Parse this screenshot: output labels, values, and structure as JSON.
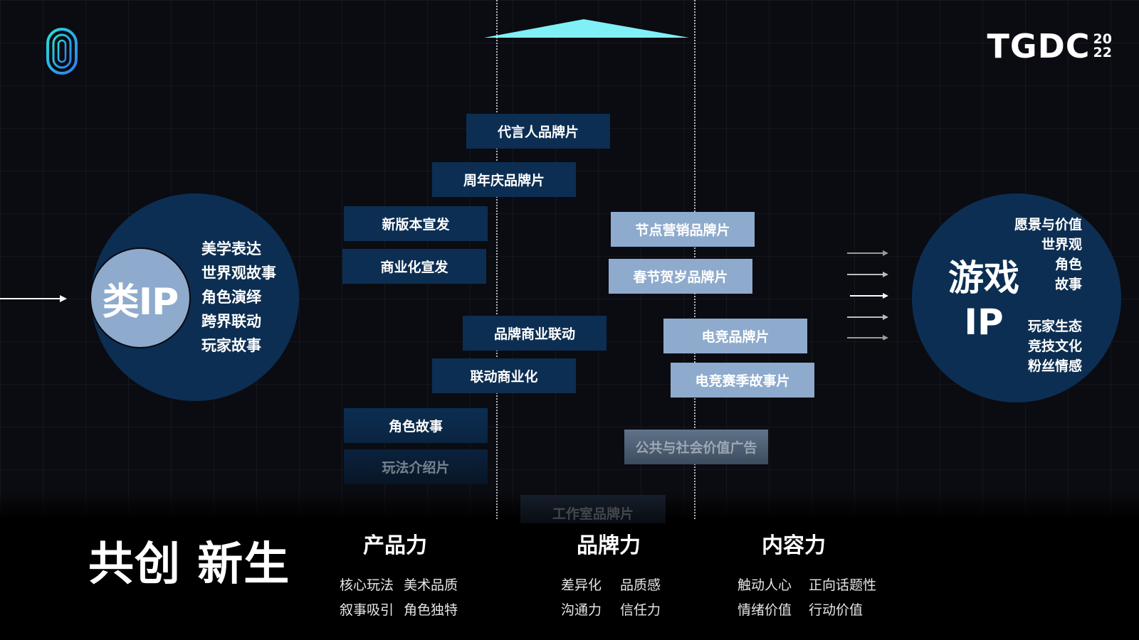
{
  "brand": {
    "name": "TGDC",
    "year_top": "20",
    "year_bottom": "22"
  },
  "center_labels": {
    "spokesperson": "代言人品牌片",
    "anniversary": "周年庆品牌片",
    "new_version": "新版本宣发",
    "commercial_release": "商业化宣发",
    "brand_collab": "品牌商业联动",
    "collab_commercial": "联动商业化",
    "character_story": "角色故事",
    "gameplay_intro": "玩法介绍片",
    "node_marketing": "节点营销品牌片",
    "spring_festival": "春节贺岁品牌片",
    "esports_brand": "电竞品牌片",
    "esports_season": "电竞赛季故事片",
    "public_value": "公共与社会价值广告",
    "studio_brand": "工作室品牌片"
  },
  "left_circle": {
    "inner": "类IP",
    "items": [
      "美学表达",
      "世界观故事",
      "角色演绎",
      "跨界联动",
      "玩家故事"
    ]
  },
  "right_circle": {
    "title_line1": "游戏",
    "title_line2": "IP",
    "items_top": [
      "愿景与价值",
      "世界观",
      "角色",
      "故事"
    ],
    "items_bottom": [
      "玩家生态",
      "竞技文化",
      "粉丝情感"
    ]
  },
  "footer": {
    "slogan": "共创 新生",
    "pillars": [
      {
        "title": "产品力",
        "items": [
          "核心玩法",
          "美术品质",
          "叙事吸引",
          "角色独特"
        ]
      },
      {
        "title": "品牌力",
        "items": [
          "差异化",
          "品质感",
          "沟通力",
          "信任力"
        ]
      },
      {
        "title": "内容力",
        "items": [
          "触动人心",
          "正向话题性",
          "情绪价值",
          "行动价值"
        ]
      }
    ]
  },
  "colors": {
    "dark_block": "#0c2e52",
    "light_block": "#8eabcd",
    "accent_triangle": "#7ff0f5"
  }
}
